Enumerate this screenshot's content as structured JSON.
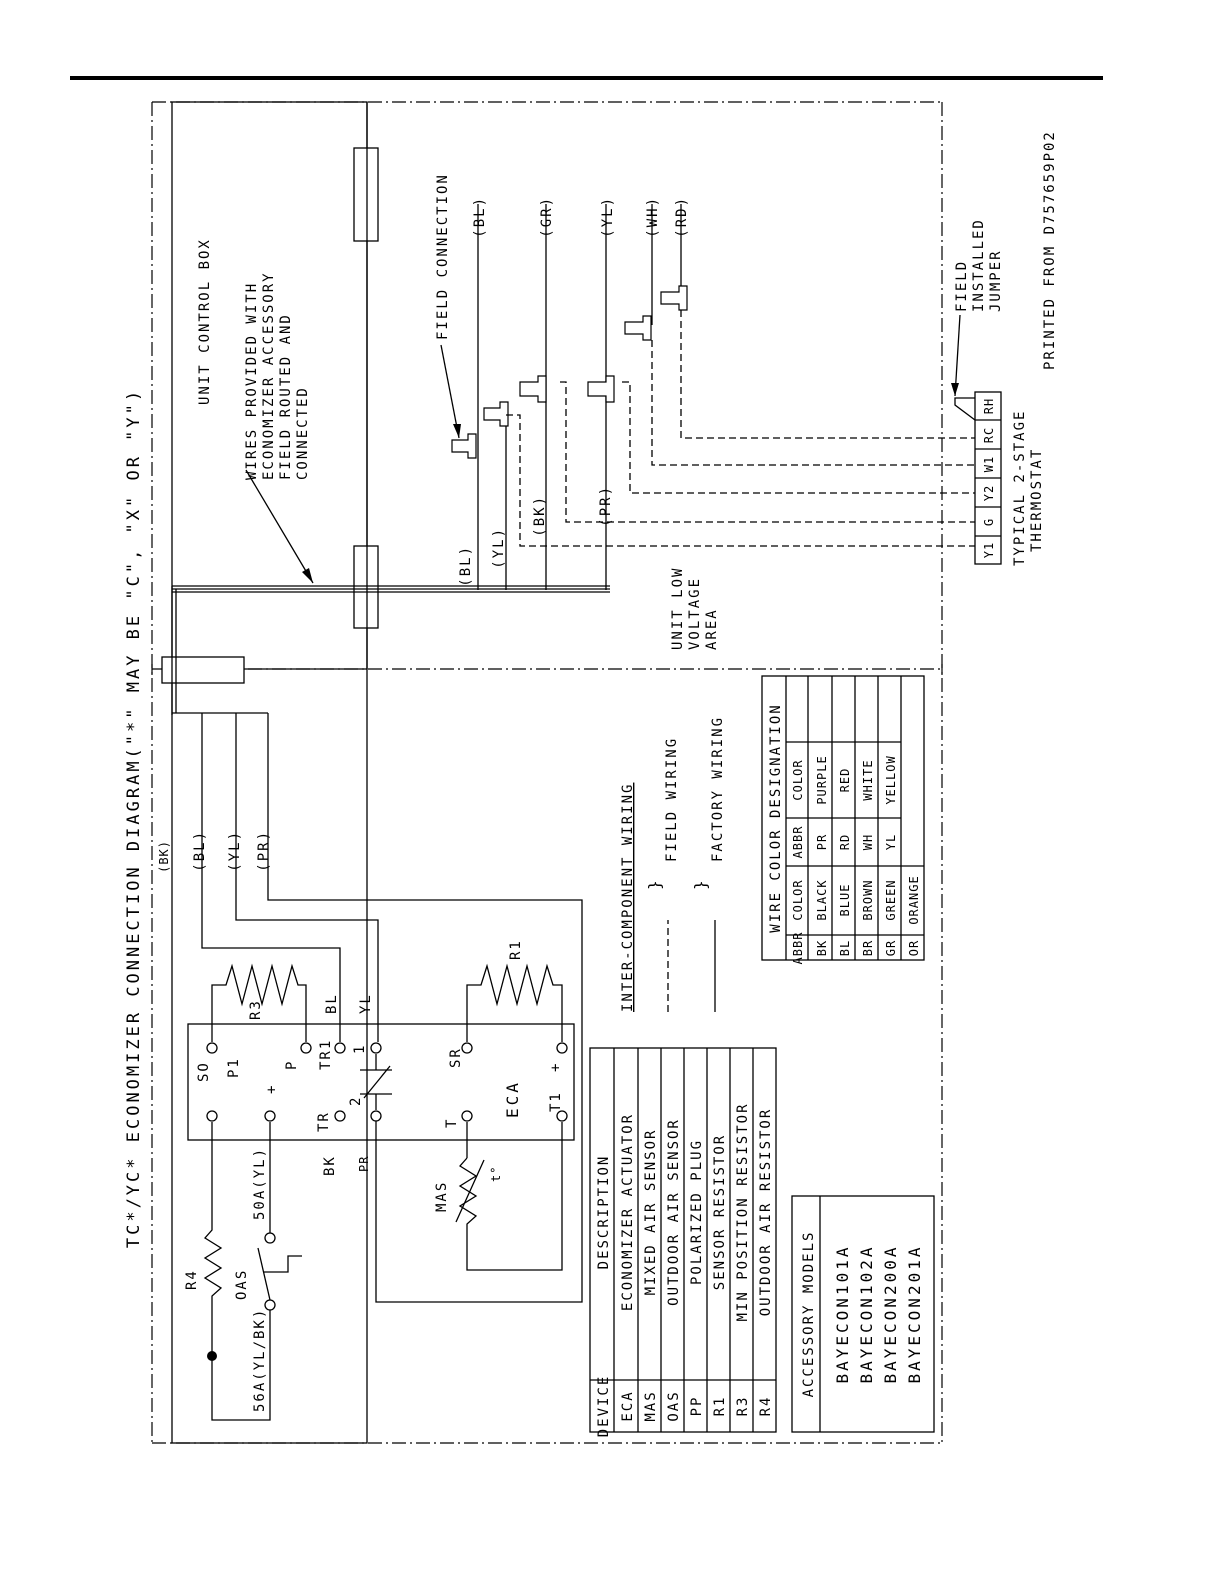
{
  "title": "TC*/YC*  ECONOMIZER CONNECTION DIAGRAM(\"*\" MAY BE \"C\", \"X\" OR \"Y\")",
  "labels": {
    "unit_control_box": "UNIT CONTROL BOX",
    "wires_provided": [
      "WIRES PROVIDED WITH",
      "ECONOMIZER ACCESSORY",
      "FIELD ROUTED AND",
      "CONNECTED"
    ],
    "field_connection": "FIELD CONNECTION",
    "unit_low_voltage": [
      "UNIT LOW",
      "VOLTAGE",
      "AREA"
    ],
    "field_installed_jumper": [
      "FIELD",
      "INSTALLED",
      "JUMPER"
    ],
    "thermostat": [
      "TYPICAL 2-STAGE",
      "THERMOSTAT"
    ],
    "printed_from": "PRINTED FROM D757659P02"
  },
  "wire_tags": {
    "top": [
      "(BL)",
      "(GR)",
      "(YL)",
      "(WH)",
      "(RD)"
    ],
    "mid": [
      "(BL)",
      "(YL)",
      "(BK)",
      "(PR)"
    ],
    "harness": [
      "(BK)",
      "(BL)",
      "(YL)",
      "(PR)"
    ]
  },
  "thermostat_terminals": [
    "Y1",
    "G",
    "Y2",
    "W1",
    "RC",
    "RH"
  ],
  "eca_block": {
    "name": "ECA",
    "terminals": [
      "SO",
      "+",
      "TR",
      "PR",
      "2",
      "P1",
      "P",
      "TR1",
      "BL",
      "1",
      "YL",
      "BK",
      "T",
      "SR",
      "T1",
      "+"
    ]
  },
  "components": {
    "r3": "R3",
    "r1": "R1",
    "r4": "R4",
    "oas": "OAS",
    "mas": "MAS",
    "t_symbol": "t°",
    "wire_50a": "50A(YL)",
    "wire_56a": "56A(YL/BK)"
  },
  "legend": {
    "inter_component": "INTER-COMPONENT WIRING",
    "field_wiring": "FIELD WIRING",
    "factory_wiring": "FACTORY WIRING"
  },
  "color_table": {
    "title": "WIRE COLOR DESIGNATION",
    "headers": [
      "ABBR",
      "COLOR",
      "ABBR",
      "COLOR"
    ],
    "rows": [
      [
        "BK",
        "BLACK",
        "PR",
        "PURPLE"
      ],
      [
        "BL",
        "BLUE",
        "RD",
        "RED"
      ],
      [
        "BR",
        "BROWN",
        "WH",
        "WHITE"
      ],
      [
        "GR",
        "GREEN",
        "YL",
        "YELLOW"
      ],
      [
        "OR",
        "ORANGE",
        "",
        ""
      ]
    ]
  },
  "device_table": {
    "headers": [
      "DEVICE",
      "DESCRIPTION"
    ],
    "rows": [
      [
        "ECA",
        "ECONOMIZER ACTUATOR"
      ],
      [
        "MAS",
        "MIXED AIR SENSOR"
      ],
      [
        "OAS",
        "OUTDOOR AIR SENSOR"
      ],
      [
        "PP",
        "POLARIZED PLUG"
      ],
      [
        "R1",
        "SENSOR RESISTOR"
      ],
      [
        "R3",
        "MIN POSITION RESISTOR"
      ],
      [
        "R4",
        "OUTDOOR AIR RESISTOR"
      ]
    ]
  },
  "accessory_models": {
    "title": "ACCESSORY MODELS",
    "items": [
      "BAYECON101A",
      "BAYECON102A",
      "BAYECON200A",
      "BAYECON201A"
    ]
  }
}
